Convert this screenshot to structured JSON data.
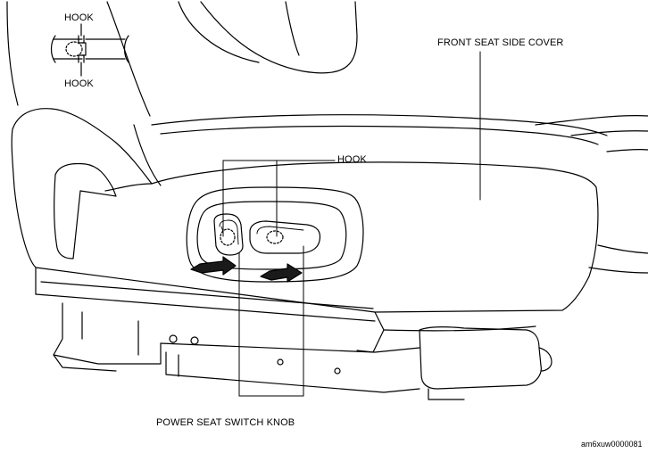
{
  "labels": {
    "hook_inset_top": "HOOK",
    "hook_inset_bottom": "HOOK",
    "front_seat_side_cover": "FRONT SEAT SIDE COVER",
    "hook_main": "HOOK",
    "power_seat_switch_knob": "POWER SEAT SWITCH KNOB",
    "figure_code": "am6xuw0000081"
  },
  "colors": {
    "line": "#000000",
    "fill_dark": "#1a1a1a",
    "background": "#ffffff"
  }
}
